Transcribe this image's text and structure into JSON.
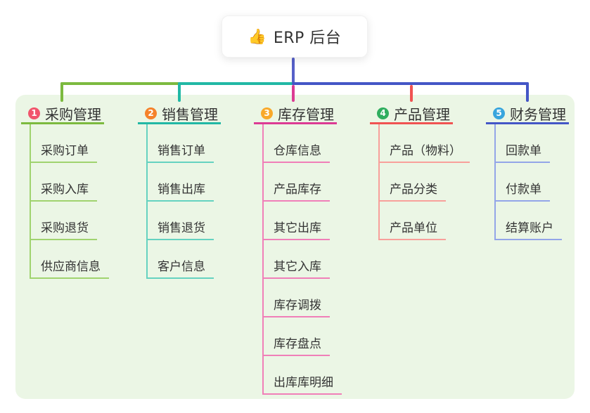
{
  "root": {
    "icon_glyph": "👍",
    "label": "ERP 后台"
  },
  "panel": {
    "background": "#EBF6E5"
  },
  "colors": {
    "trunk": "#5660C8"
  },
  "branches": [
    {
      "number": "1",
      "label": "采购管理",
      "badge_color": "#F1556C",
      "line_color": "#7CBA3F",
      "child_line_color": "#A0D36F",
      "children": [
        "采购订单",
        "采购入库",
        "采购退货",
        "供应商信息"
      ]
    },
    {
      "number": "2",
      "label": "销售管理",
      "badge_color": "#F5822B",
      "line_color": "#21B8A5",
      "child_line_color": "#65D2C0",
      "children": [
        "销售订单",
        "销售出库",
        "销售退货",
        "客户信息"
      ]
    },
    {
      "number": "3",
      "label": "库存管理",
      "badge_color": "#F9A92A",
      "line_color": "#DC3B94",
      "child_line_color": "#F07FB8",
      "children": [
        "仓库信息",
        "产品库存",
        "其它出库",
        "其它入库",
        "库存调拨",
        "库存盘点",
        "出库库明细"
      ]
    },
    {
      "number": "4",
      "label": "产品管理",
      "badge_color": "#30AE5F",
      "line_color": "#F05352",
      "child_line_color": "#F8A09B",
      "children": [
        "产品（物料）",
        "产品分类",
        "产品单位"
      ]
    },
    {
      "number": "5",
      "label": "财务管理",
      "badge_color": "#38A5DD",
      "line_color": "#4456C6",
      "child_line_color": "#93A5E8",
      "children": [
        "回款单",
        "付款单",
        "结算账户"
      ]
    }
  ]
}
